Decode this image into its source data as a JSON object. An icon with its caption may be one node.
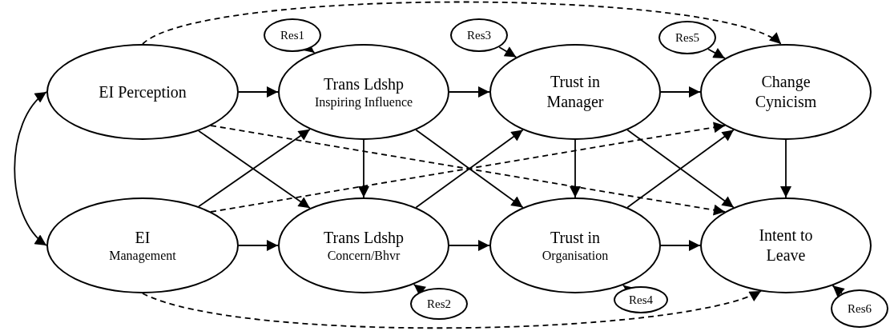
{
  "diagram": {
    "nodes": [
      {
        "text": [
          "Res1"
        ]
      },
      {
        "text": [
          "Res3"
        ]
      },
      {
        "text": [
          "Res5"
        ]
      },
      {
        "text": [
          "EI Perception"
        ]
      },
      {
        "text": [
          "Trans Ldshp",
          "Inspiring Influence"
        ]
      },
      {
        "text": [
          "Trust in Manager"
        ]
      },
      {
        "text": [
          "Change Cynicism"
        ]
      },
      {
        "text": [
          "EI",
          "Management"
        ]
      },
      {
        "text": [
          "Trans Ldshp",
          "Concern/Bhvr"
        ]
      },
      {
        "text": [
          "Trust in",
          "Organisation"
        ]
      },
      {
        "text": [
          "Intent to Leave"
        ]
      },
      {
        "text": [
          "Res2"
        ]
      },
      {
        "text": [
          "Res4"
        ]
      },
      {
        "text": [
          "Res6"
        ]
      }
    ],
    "edges": [
      {
        "from": 3,
        "to": 7,
        "arrow": "both"
      },
      {
        "from": 3,
        "to": 4,
        "arrow": "to"
      },
      {
        "from": 3,
        "to": 8,
        "arrow": "to"
      },
      {
        "from": 3,
        "to": 10,
        "arrow": "to",
        "style": "dashed"
      },
      {
        "from": 3,
        "to": 6,
        "arrow": "to",
        "style": "dashed"
      },
      {
        "from": 7,
        "to": 8,
        "arrow": "to"
      },
      {
        "from": 7,
        "to": 4,
        "arrow": "to"
      },
      {
        "from": 7,
        "to": 6,
        "arrow": "to",
        "style": "dashed"
      },
      {
        "from": 7,
        "to": 10,
        "arrow": "to",
        "style": "dashed"
      },
      {
        "from": 4,
        "to": 5,
        "arrow": "to"
      },
      {
        "from": 4,
        "to": 8,
        "arrow": "to"
      },
      {
        "from": 4,
        "to": 9,
        "arrow": "to"
      },
      {
        "from": 8,
        "to": 9,
        "arrow": "to"
      },
      {
        "from": 8,
        "to": 5,
        "arrow": "to"
      },
      {
        "from": 5,
        "to": 6,
        "arrow": "to"
      },
      {
        "from": 5,
        "to": 9,
        "arrow": "to"
      },
      {
        "from": 5,
        "to": 10,
        "arrow": "to"
      },
      {
        "from": 9,
        "to": 10,
        "arrow": "to"
      },
      {
        "from": 9,
        "to": 6,
        "arrow": "to"
      },
      {
        "from": 6,
        "to": 10,
        "arrow": "to"
      },
      {
        "from": 0,
        "to": 4,
        "arrow": "to"
      },
      {
        "from": 1,
        "to": 5,
        "arrow": "to"
      },
      {
        "from": 2,
        "to": 6,
        "arrow": "to"
      },
      {
        "from": 11,
        "to": 8,
        "arrow": "to"
      },
      {
        "from": 12,
        "to": 9,
        "arrow": "to"
      },
      {
        "from": 13,
        "to": 10,
        "arrow": "to"
      }
    ]
  }
}
